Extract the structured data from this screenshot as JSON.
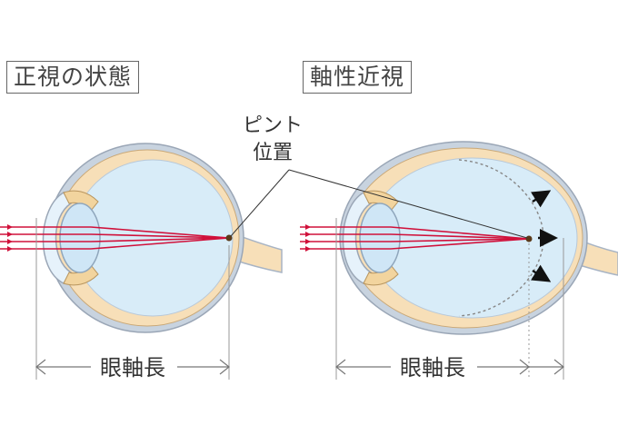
{
  "left_title": "正視の状態",
  "right_title": "軸性近視",
  "focus_label_line1": "ピント",
  "focus_label_line2": "位置",
  "axial_length_left": "眼軸長",
  "axial_length_right": "眼軸長",
  "colors": {
    "sclera_outer": "#a8b4c4",
    "choroid": "#f7dfb8",
    "vitreous": "#d8ecf8",
    "light_ray": "#d0103a",
    "focus_point": "#5a3a1a",
    "guide_line": "#999999"
  }
}
